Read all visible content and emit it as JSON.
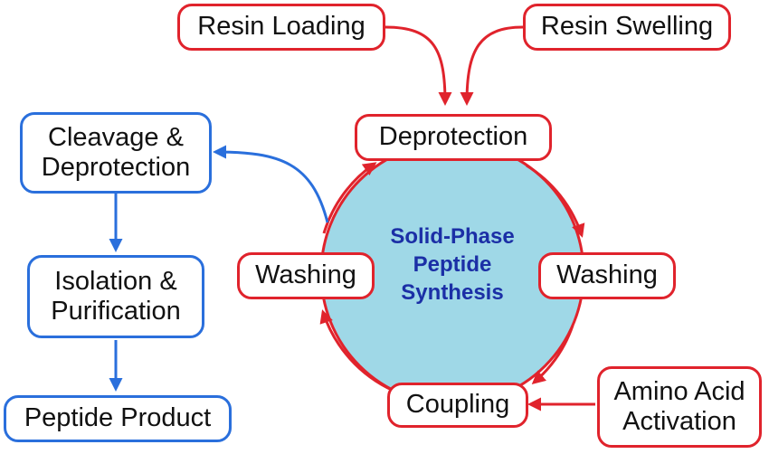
{
  "center": {
    "line1": "Solid-Phase",
    "line2": "Peptide",
    "line3": "Synthesis"
  },
  "red_boxes": {
    "resin_loading": "Resin Loading",
    "resin_swelling": "Resin Swelling",
    "deprotection": "Deprotection",
    "washing_right": "Washing",
    "coupling": "Coupling",
    "washing_left": "Washing",
    "amino_acid_activation": {
      "line1": "Amino Acid",
      "line2": "Activation"
    }
  },
  "blue_boxes": {
    "cleavage_deprotection": {
      "line1": "Cleavage &",
      "line2": "Deprotection"
    },
    "isolation_purification": {
      "line1": "Isolation &",
      "line2": "Purification"
    },
    "peptide_product": "Peptide Product"
  },
  "colors": {
    "red": "#e0232c",
    "blue": "#2a6fdc",
    "circle_fill": "#9fd8e7",
    "center_text": "#1b2fa6"
  }
}
